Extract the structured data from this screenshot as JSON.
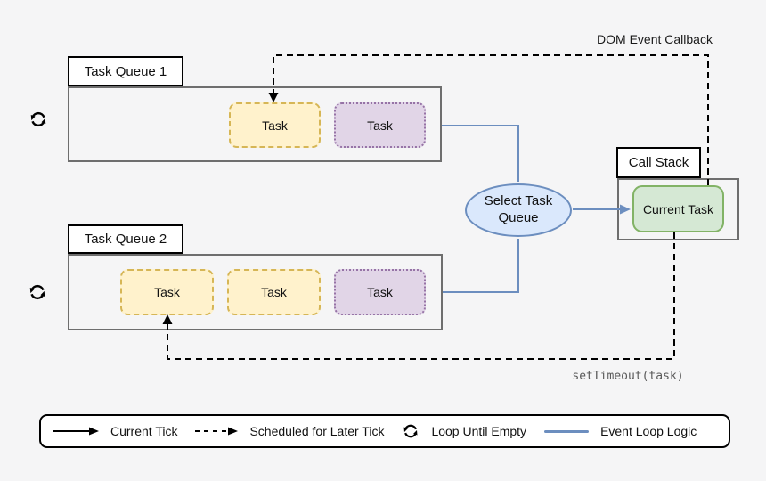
{
  "colors": {
    "background": "#f5f5f6",
    "scheduled_task_fill": "#fff2cc",
    "scheduled_task_border": "#d6b656",
    "later_task_fill": "#e1d5e7",
    "later_task_border": "#9673a6",
    "current_task_fill": "#d5e8d4",
    "current_task_border": "#82b366",
    "selector_fill": "#dae8fc",
    "event_loop_line": "#6c8ebf",
    "container_border": "#6e6e6e",
    "tick_line": "#000000"
  },
  "diagram": {
    "queue1": {
      "label": "Task Queue 1",
      "tasks": [
        {
          "label": "Task",
          "style": "scheduled"
        },
        {
          "label": "Task",
          "style": "later"
        }
      ]
    },
    "queue2": {
      "label": "Task Queue 2",
      "tasks": [
        {
          "label": "Task",
          "style": "scheduled"
        },
        {
          "label": "Task",
          "style": "scheduled"
        },
        {
          "label": "Task",
          "style": "later"
        }
      ]
    },
    "selector": {
      "label": "Select Task Queue"
    },
    "call_stack": {
      "label": "Call Stack",
      "current_task_label": "Current Task"
    },
    "annotations": {
      "dom_event_callback": "DOM Event Callback",
      "set_timeout": "setTimeout(task)"
    }
  },
  "legend": {
    "current_tick": "Current Tick",
    "scheduled_later": "Scheduled for Later Tick",
    "loop_until_empty": "Loop Until Empty",
    "event_loop_logic": "Event Loop Logic"
  }
}
